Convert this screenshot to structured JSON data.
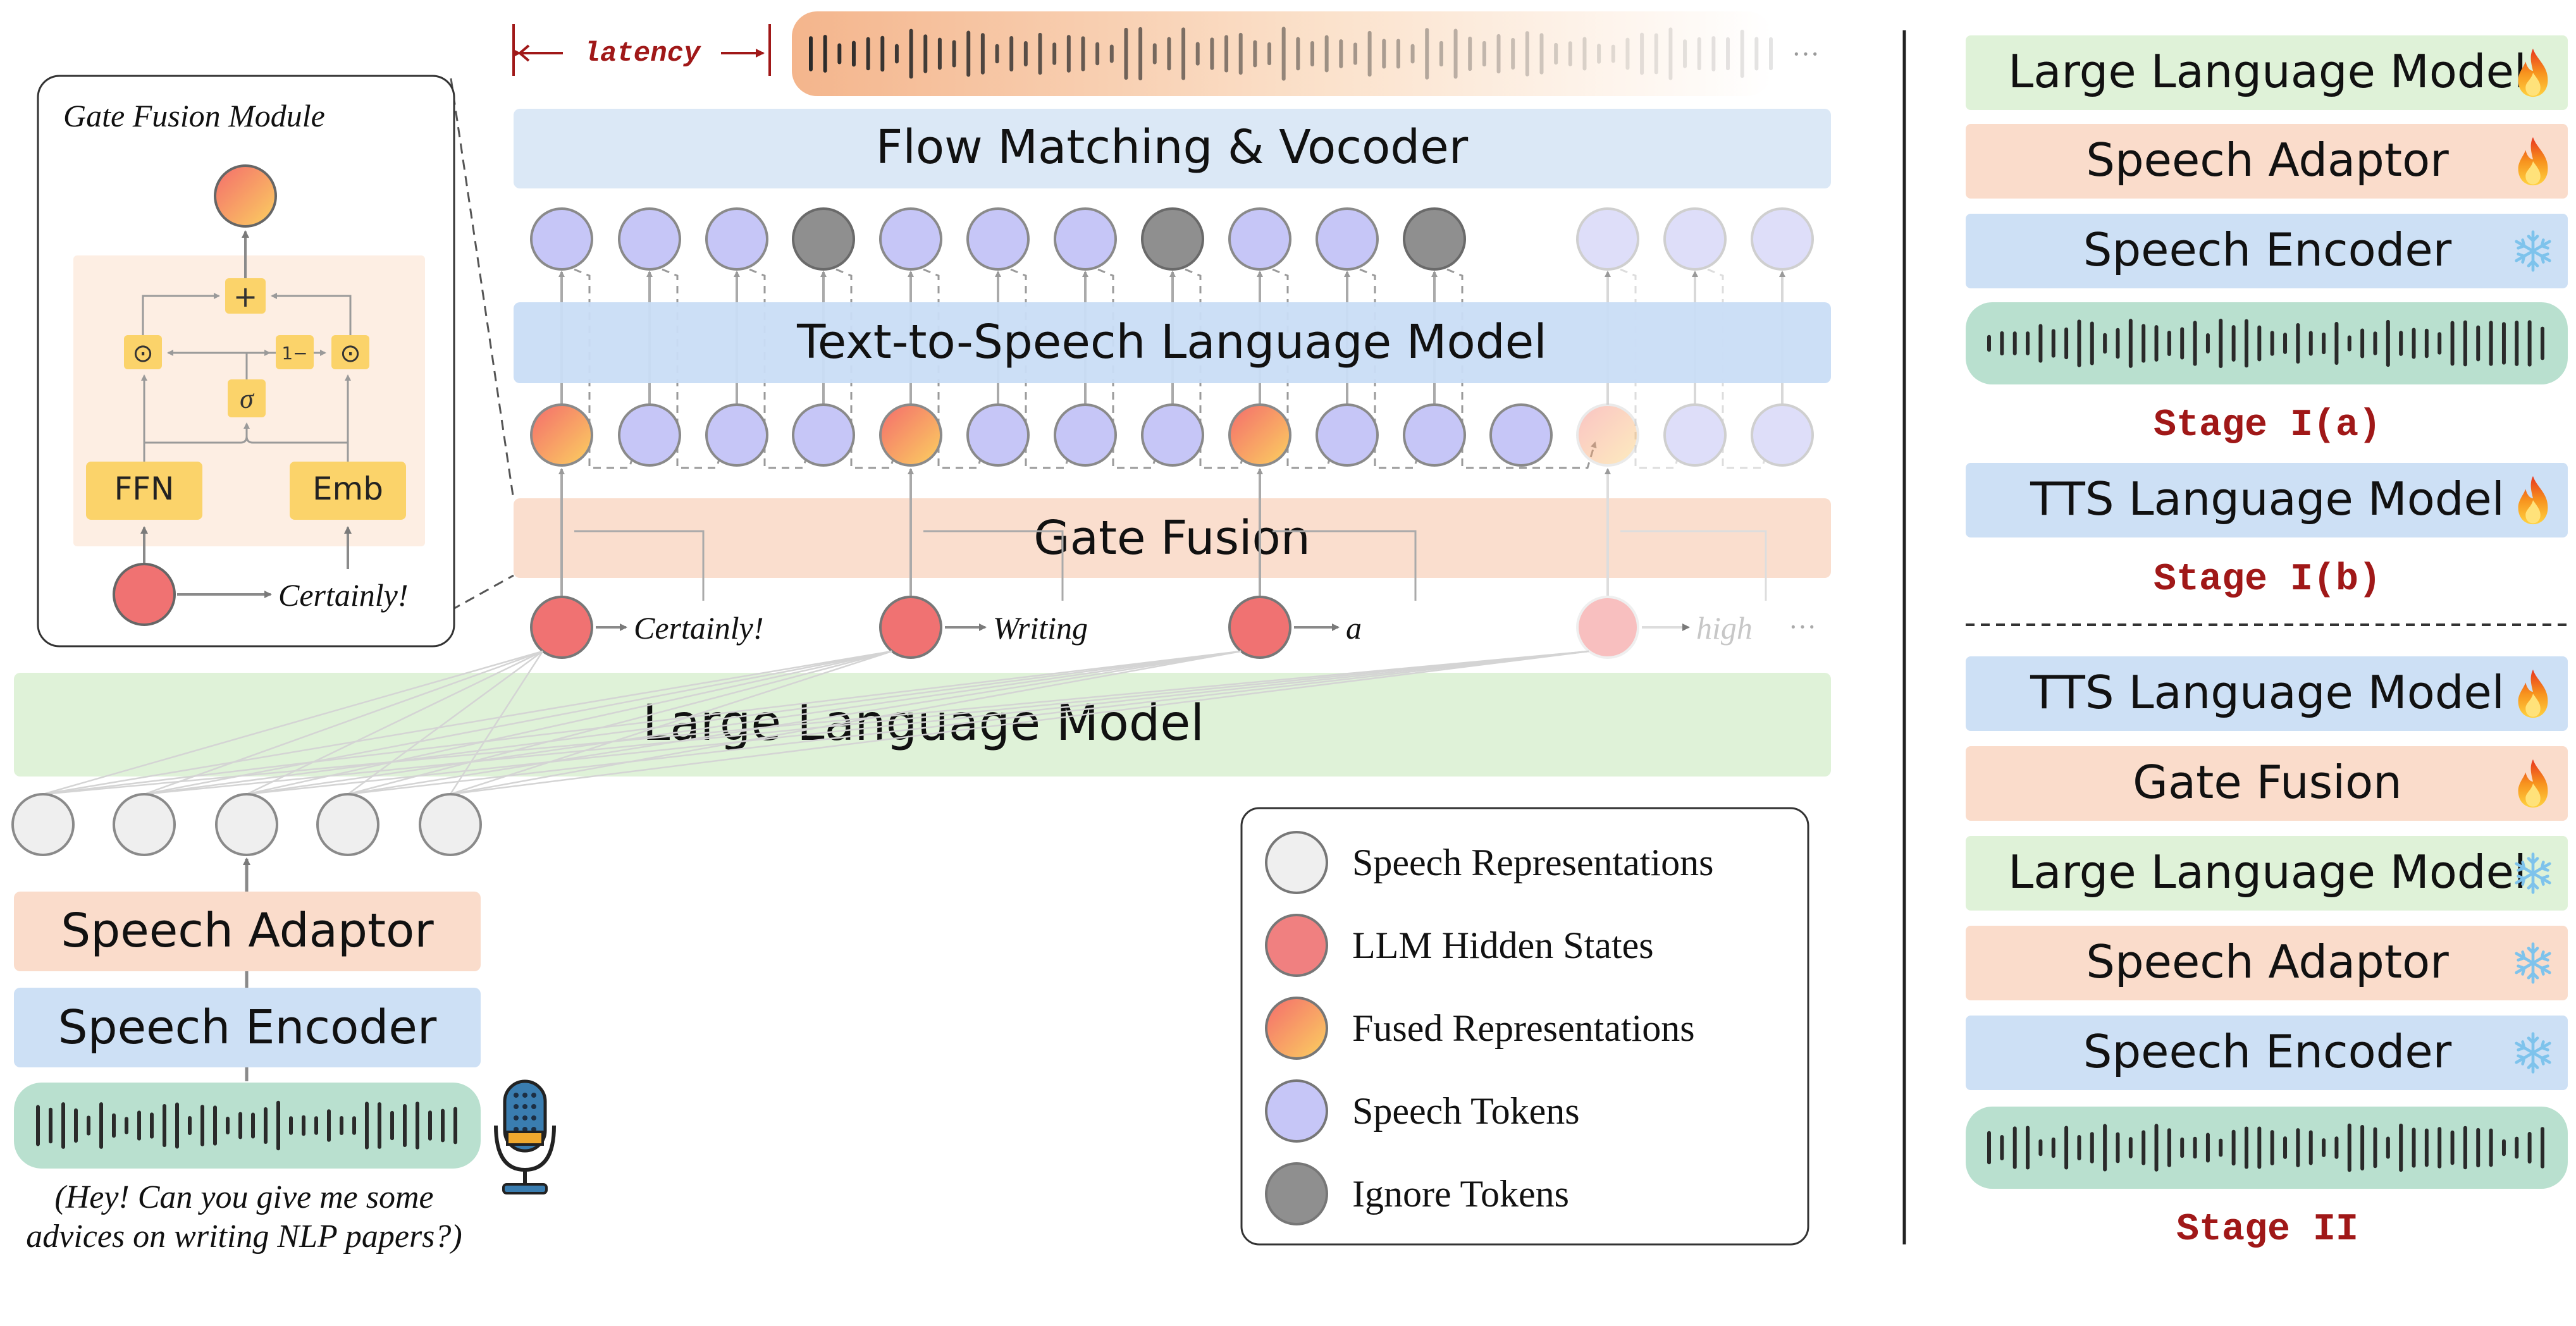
{
  "top": {
    "latency_label": "latency",
    "ellipsis": "···"
  },
  "main": {
    "flow_matching_label": "Flow Matching & Vocoder",
    "tts_lm_label": "Text-to-Speech Language Model",
    "gate_fusion_label": "Gate Fusion",
    "llm_label": "Large Language Model",
    "speech_adaptor_label": "Speech Adaptor",
    "speech_encoder_label": "Speech Encoder",
    "text_tokens": [
      "Certainly!",
      "Writing",
      "a",
      "high"
    ],
    "input_caption_line1": "(Hey! Can you give me some",
    "input_caption_line2": "advices on writing NLP papers?)"
  },
  "inset": {
    "title": "Gate Fusion Module",
    "ffn_label": "FFN",
    "emb_label": "Emb",
    "sigma_label": "σ",
    "one_minus_label": "1−",
    "plus_label": "+",
    "odot_label": "⊙",
    "token_label": "Certainly!"
  },
  "legend": {
    "items": [
      {
        "label": "Speech Representations",
        "color": "#efefef"
      },
      {
        "label": "LLM Hidden States",
        "color": "#f08080"
      },
      {
        "label": "Fused Representations",
        "color": "#f7b15f"
      },
      {
        "label": "Speech Tokens",
        "color": "#c6c6f7"
      },
      {
        "label": "Ignore Tokens",
        "color": "#8f8f8f"
      }
    ]
  },
  "stages": {
    "stage1a": {
      "caption": "Stage I(a)",
      "boxes": [
        {
          "label": "Large Language Model",
          "icon": "fire-icon"
        },
        {
          "label": "Speech Adaptor",
          "icon": "fire-icon"
        },
        {
          "label": "Speech Encoder",
          "icon": "snowflake-icon"
        }
      ]
    },
    "stage1b": {
      "caption": "Stage I(b)",
      "boxes": [
        {
          "label": "TTS Language Model",
          "icon": "fire-icon"
        }
      ]
    },
    "stage2": {
      "caption": "Stage II",
      "boxes": [
        {
          "label": "TTS Language Model",
          "icon": "fire-icon"
        },
        {
          "label": "Gate Fusion",
          "icon": "fire-icon"
        },
        {
          "label": "Large Language Model",
          "icon": "snowflake-icon"
        },
        {
          "label": "Speech Adaptor",
          "icon": "snowflake-icon"
        },
        {
          "label": "Speech Encoder",
          "icon": "snowflake-icon"
        }
      ]
    }
  },
  "colors": {
    "green_box": "#dff2d8",
    "orange_box": "#fadccb",
    "blue_box": "#cde0f5",
    "light_blue_box": "#dbe8f6",
    "waveform_box": "#b9e0cf",
    "stage_text": "#a01818",
    "latency_red": "#a01818"
  }
}
